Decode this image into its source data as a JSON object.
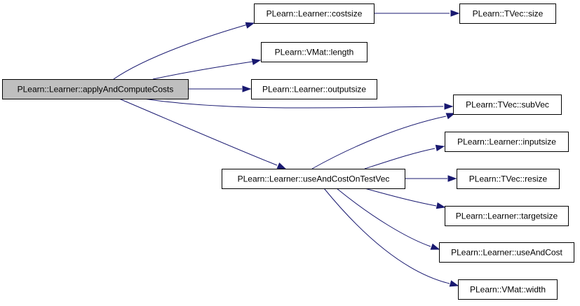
{
  "diagram": {
    "colors": {
      "edge": "#191970",
      "node_border": "#000000",
      "node_fill": "#ffffff",
      "root_fill": "#bfbfbf"
    },
    "nodes": [
      {
        "id": "apply",
        "label": "PLearn::Learner::applyAndComputeCosts",
        "root": true
      },
      {
        "id": "costsize",
        "label": "PLearn::Learner::costsize"
      },
      {
        "id": "tvec_size",
        "label": "PLearn::TVec::size"
      },
      {
        "id": "vmat_length",
        "label": "PLearn::VMat::length"
      },
      {
        "id": "outputsize",
        "label": "PLearn::Learner::outputsize"
      },
      {
        "id": "subvec",
        "label": "PLearn::TVec::subVec"
      },
      {
        "id": "inputsize",
        "label": "PLearn::Learner::inputsize"
      },
      {
        "id": "useandcosttest",
        "label": "PLearn::Learner::useAndCostOnTestVec"
      },
      {
        "id": "resize",
        "label": "PLearn::TVec::resize"
      },
      {
        "id": "targetsize",
        "label": "PLearn::Learner::targetsize"
      },
      {
        "id": "useandcost",
        "label": "PLearn::Learner::useAndCost"
      },
      {
        "id": "vmat_width",
        "label": "PLearn::VMat::width"
      }
    ],
    "edges": [
      {
        "from": "apply",
        "to": "costsize"
      },
      {
        "from": "apply",
        "to": "vmat_length"
      },
      {
        "from": "apply",
        "to": "outputsize"
      },
      {
        "from": "apply",
        "to": "subvec"
      },
      {
        "from": "apply",
        "to": "useandcosttest"
      },
      {
        "from": "costsize",
        "to": "tvec_size"
      },
      {
        "from": "useandcosttest",
        "to": "subvec"
      },
      {
        "from": "useandcosttest",
        "to": "inputsize"
      },
      {
        "from": "useandcosttest",
        "to": "resize"
      },
      {
        "from": "useandcosttest",
        "to": "targetsize"
      },
      {
        "from": "useandcosttest",
        "to": "useandcost"
      },
      {
        "from": "useandcosttest",
        "to": "vmat_width"
      }
    ]
  }
}
